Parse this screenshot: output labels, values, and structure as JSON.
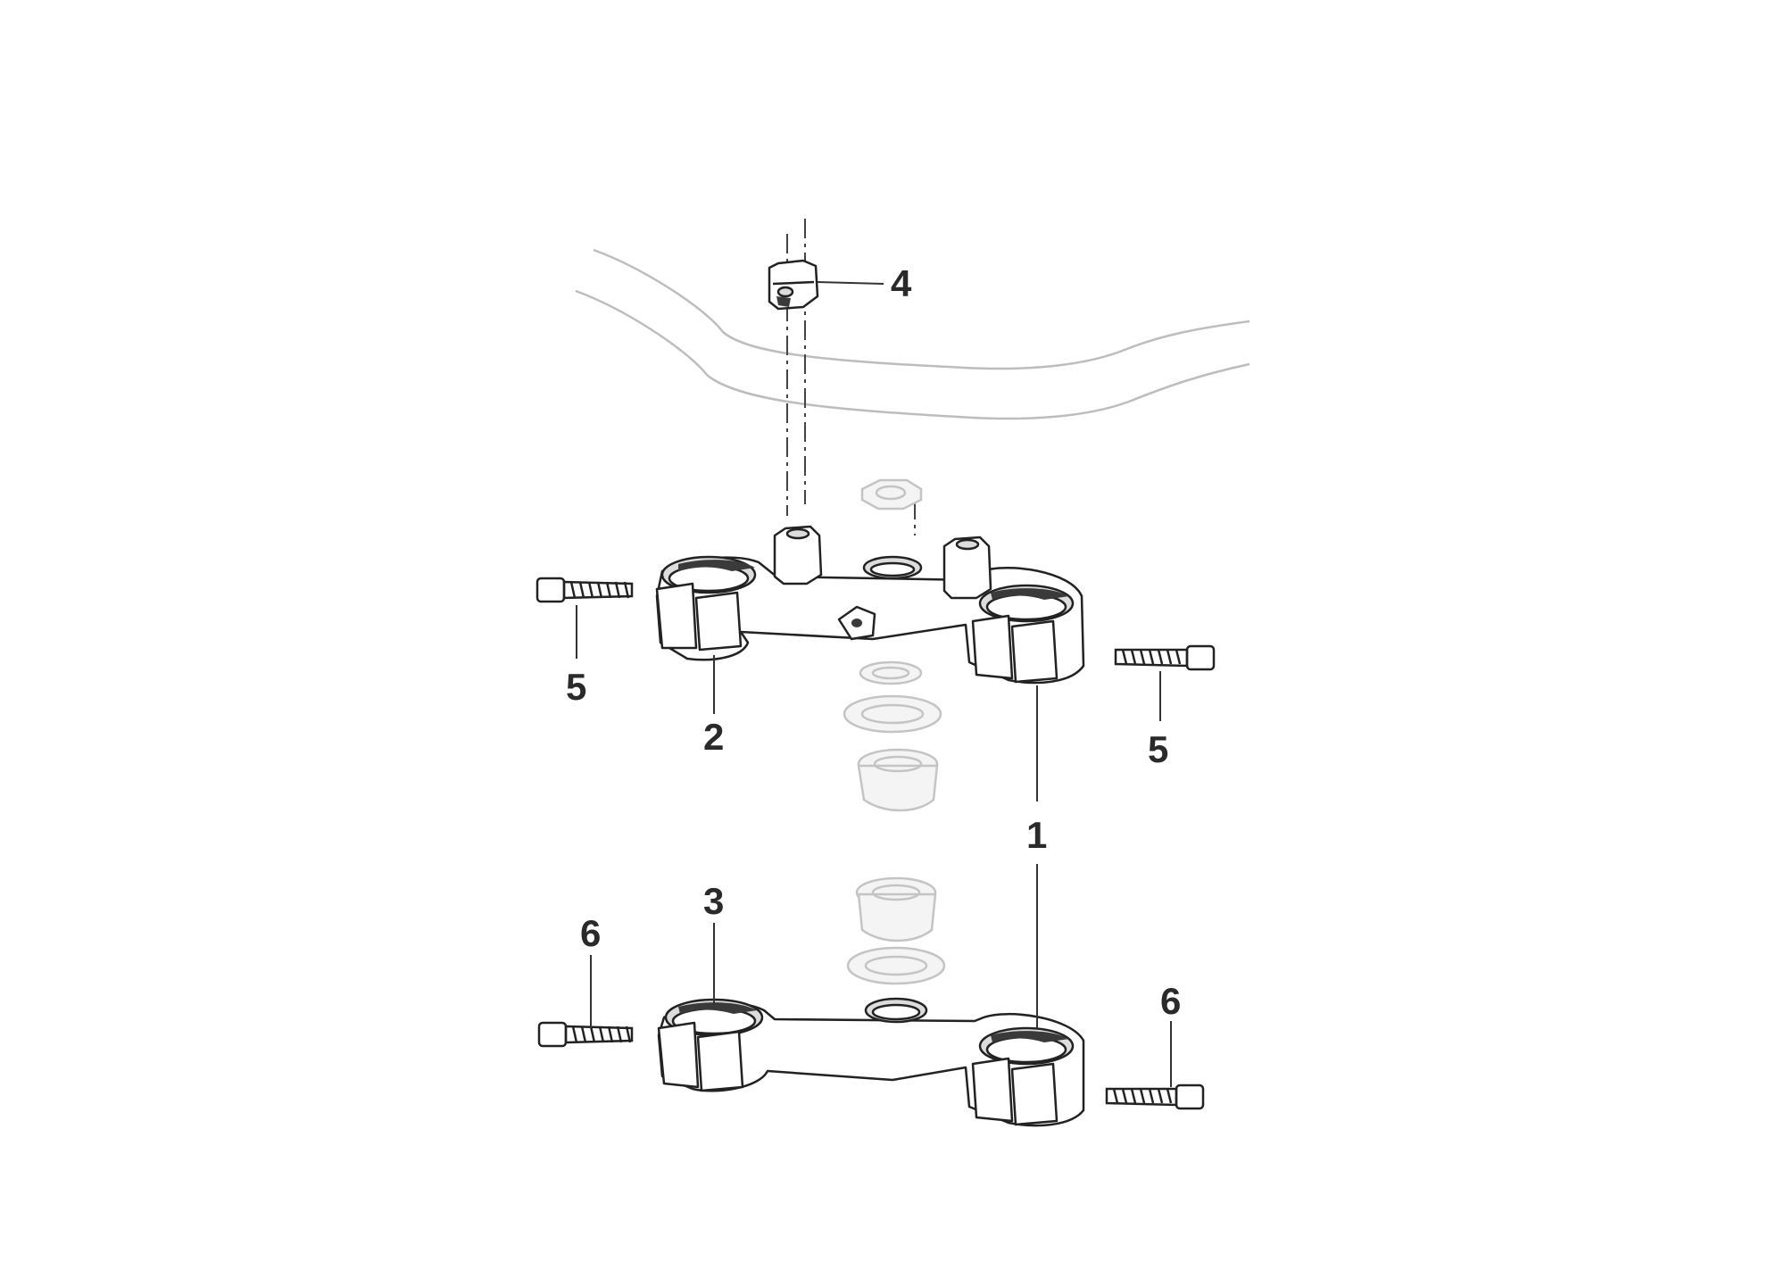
{
  "callouts": {
    "part_1": "1",
    "part_2": "2",
    "part_3": "3",
    "part_4": "4",
    "part_5_left": "5",
    "part_5_right": "5",
    "part_6_left": "6",
    "part_6_right": "6"
  }
}
